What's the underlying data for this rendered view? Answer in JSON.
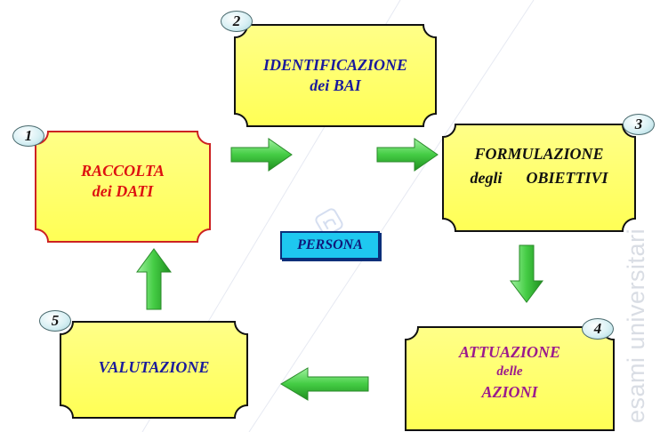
{
  "diagram": {
    "steps": [
      {
        "number": "1",
        "lines": [
          "RACCOLTA",
          "dei DATI"
        ]
      },
      {
        "number": "2",
        "lines": [
          "IDENTIFICAZIONE",
          "dei BAI"
        ]
      },
      {
        "number": "3",
        "lines": [
          "FORMULAZIONE",
          "degli      OBIETTIVI"
        ]
      },
      {
        "number": "4",
        "lines": [
          "ATTUAZIONE",
          "delle",
          "AZIONI"
        ]
      },
      {
        "number": "5",
        "lines": [
          "VALUTAZIONE"
        ]
      }
    ],
    "center_label": "PERSONA"
  },
  "watermark": "esami universitari",
  "colors": {
    "box_fill": "#ffff66",
    "box_border_default": "#111111",
    "box_border_step1": "#cc2222",
    "arrow_fill": "#44cc44",
    "text_step1": "#dd1111",
    "text_blue": "#1a1a9c",
    "text_step4": "#9b1a8c",
    "persona_fill": "#1ec8f0"
  }
}
